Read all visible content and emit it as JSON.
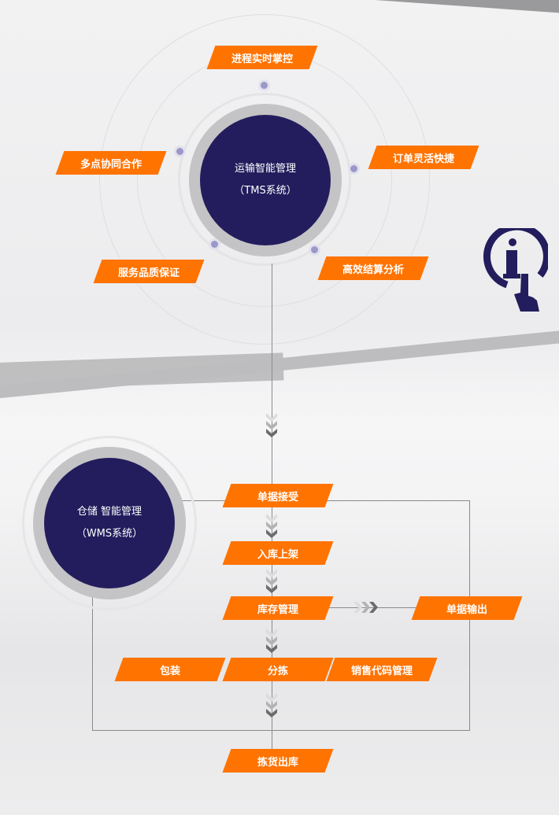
{
  "tms": {
    "title": "运输智能管理",
    "subtitle": "（TMS系统）",
    "features": [
      "进程实时掌控",
      "多点协同合作",
      "订单灵活快捷",
      "服务品质保证",
      "高效结算分析"
    ]
  },
  "wms": {
    "title": "仓储 智能管理",
    "subtitle": "（WMS系统）",
    "steps": {
      "receive": "单据接受",
      "shelve": "入库上架",
      "inventory": "库存管理",
      "output": "单据输出",
      "pack": "包装",
      "sort": "分拣",
      "sales_code": "销售代码管理",
      "ship": "拣货出库"
    }
  },
  "icons": {
    "info": "info-touch-icon"
  },
  "colors": {
    "accent": "#ff7300",
    "navy": "#231d5d",
    "ring": "#c4c4c6"
  }
}
